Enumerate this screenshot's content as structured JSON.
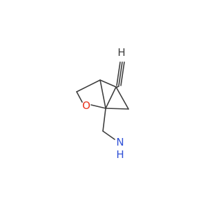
{
  "molecule": {
    "atoms": {
      "terminal_h": {
        "text": "H",
        "color": "#3d3d3d"
      },
      "oxygen": {
        "text": "O",
        "color": "#e8331c"
      },
      "amine_n": {
        "text": "N",
        "color": "#2f50d6"
      },
      "amine_h": {
        "text": "H",
        "color": "#2f50d6"
      }
    },
    "bond_color": "#3d3d3d"
  }
}
